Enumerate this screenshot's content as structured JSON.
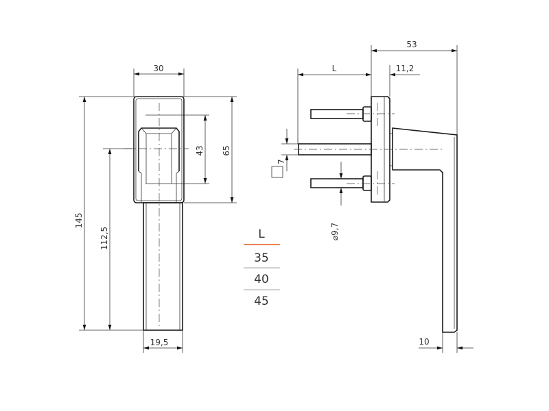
{
  "front_view": {
    "width_30": "30",
    "height_145": "145",
    "height_112_5": "112,5",
    "hole_spacing_43": "43",
    "rosette_65": "65",
    "shaft_19_5": "19,5"
  },
  "side_view": {
    "depth_53": "53",
    "spindle_length": "L",
    "rosette_11_2": "11,2",
    "square_7": "7",
    "screw_diameter": "⌀9,7",
    "lever_10": "10"
  },
  "table": {
    "header": "L",
    "rows": [
      "35",
      "40",
      "45"
    ],
    "accent_color": "#e8703a"
  }
}
